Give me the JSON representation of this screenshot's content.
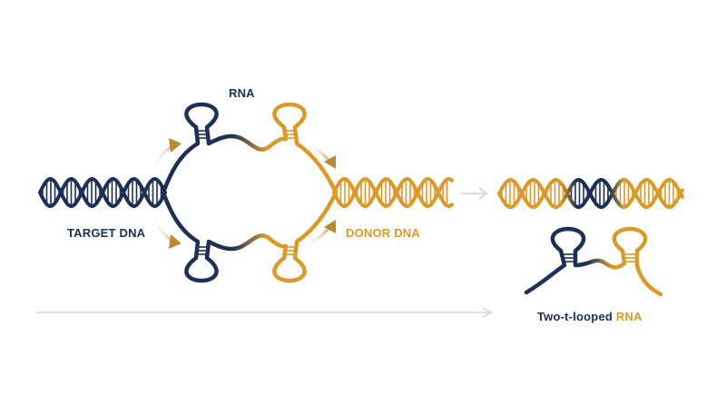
{
  "labels": {
    "rna": "RNA",
    "target_dna": "TARGET DNA",
    "donor_dna": "DONOR DNA",
    "result_prefix": "Two-t-looped ",
    "result_suffix": "RNA"
  },
  "colors": {
    "navy": "#1e2f55",
    "gold": "#d99a2b",
    "arrow_gold": "#b88a35",
    "arrow_gray": "#d3d6db"
  },
  "icons": [
    "target-dna-helix",
    "donor-dna-helix",
    "hybrid-dna-helix",
    "rna-hairpin-loop",
    "process-arrow"
  ]
}
